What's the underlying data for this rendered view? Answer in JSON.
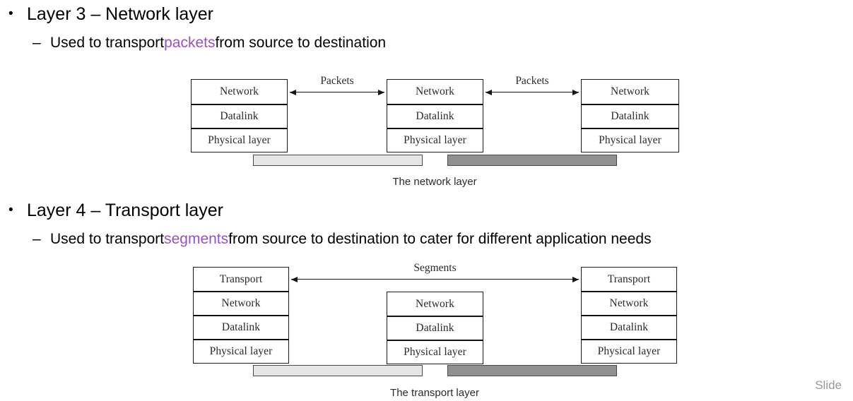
{
  "slide": {
    "footer_label": "Slide",
    "bullets": [
      {
        "marker": "•",
        "text": "Layer 3 – Network layer",
        "sub_marker": "–",
        "sub_prefix": "Used to transport ",
        "sub_highlight": "packets",
        "sub_suffix": " from source to destination",
        "highlight_color": "#9a4fc4"
      },
      {
        "marker": "•",
        "text": "Layer 4 – Transport layer",
        "sub_marker": "–",
        "sub_prefix": "Used to transport ",
        "sub_highlight": "segments",
        "sub_suffix": " from source to destination to cater for different application needs",
        "highlight_color": "#9a4fc4"
      }
    ]
  },
  "diagram_network": {
    "caption": "The network layer",
    "arrow_labels": [
      "Packets",
      "Packets"
    ],
    "stacks": [
      {
        "name": "left-host",
        "layers": [
          "Network",
          "Datalink",
          "Physical layer"
        ]
      },
      {
        "name": "middle-node",
        "layers": [
          "Network",
          "Datalink",
          "Physical layer"
        ]
      },
      {
        "name": "right-host",
        "layers": [
          "Network",
          "Datalink",
          "Physical layer"
        ]
      }
    ],
    "media": [
      {
        "name": "left-medium",
        "shade": "light",
        "color": "#e6e6e6"
      },
      {
        "name": "right-medium",
        "shade": "dark",
        "color": "#909090"
      }
    ]
  },
  "diagram_transport": {
    "caption": "The transport layer",
    "arrow_labels": [
      "Segments"
    ],
    "stacks": [
      {
        "name": "left-host",
        "layers": [
          "Transport",
          "Network",
          "Datalink",
          "Physical layer"
        ]
      },
      {
        "name": "middle-node",
        "layers": [
          "Network",
          "Datalink",
          "Physical layer"
        ]
      },
      {
        "name": "right-host",
        "layers": [
          "Transport",
          "Network",
          "Datalink",
          "Physical layer"
        ]
      }
    ],
    "media": [
      {
        "name": "left-medium",
        "shade": "light",
        "color": "#e6e6e6"
      },
      {
        "name": "right-medium",
        "shade": "dark",
        "color": "#909090"
      }
    ]
  }
}
